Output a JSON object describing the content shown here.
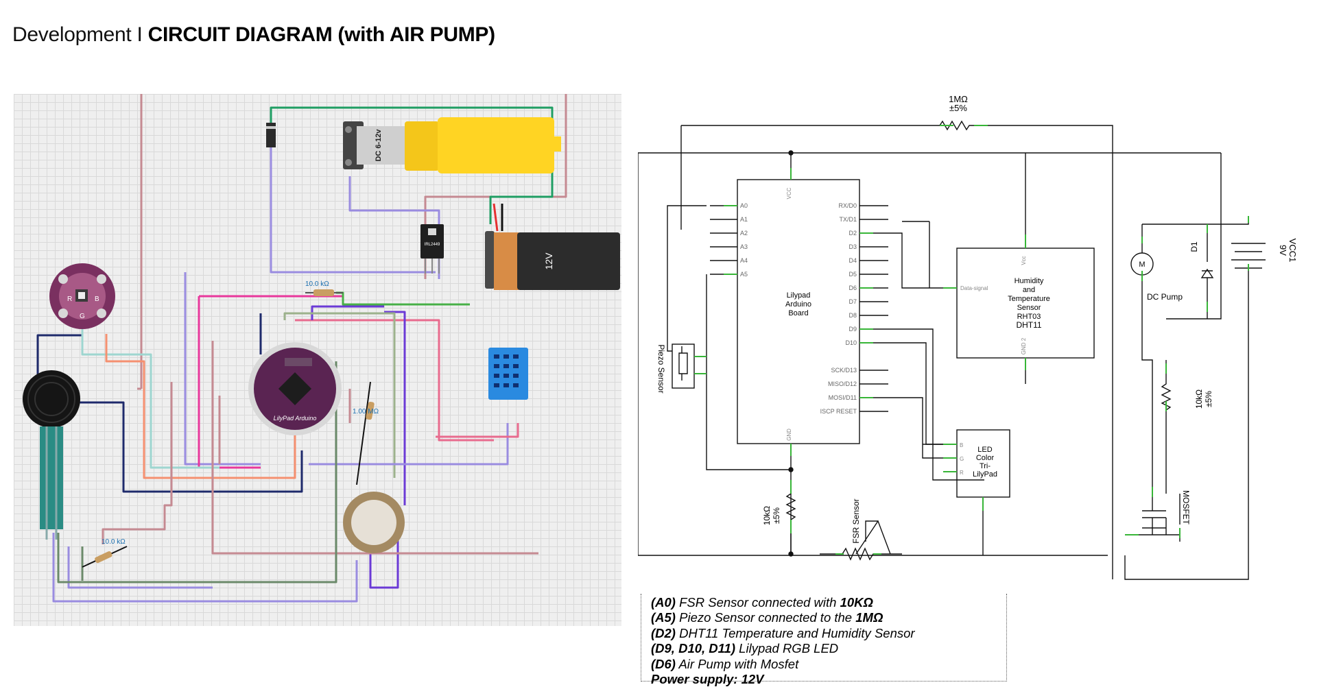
{
  "title": {
    "light": "Development I ",
    "bold": "CIRCUIT DIAGRAM (with AIR PUMP)"
  },
  "breadboard": {
    "resistor_top_label": "10.0 kΩ",
    "resistor_mid_label": "1.00 MΩ",
    "resistor_bottom_label": "10.0 kΩ",
    "motor_label": "DC 6-12v",
    "battery_label": "12V",
    "mosfet_label": "IRL2449",
    "led_pins": {
      "r": "R",
      "b": "B",
      "g": "G"
    },
    "board_logo": "LilyPad Arduino"
  },
  "schematic": {
    "top_resistor": {
      "value": "1MΩ",
      "tol": "±5%"
    },
    "board": {
      "name1": "Lilypad",
      "name2": "Arduino",
      "name3": "Board",
      "vcc": "VCC",
      "gnd": "GND"
    },
    "left_pins": [
      "A0",
      "A1",
      "A2",
      "A3",
      "A4",
      "A5"
    ],
    "right_pins": [
      "RX/D0",
      "TX/D1",
      "D2",
      "D3",
      "D4",
      "D5",
      "D6",
      "D7",
      "D8",
      "D9",
      "D10",
      "",
      "SCK/D13",
      "MISO/D12",
      "MOSI/D11",
      "ISCP RESET"
    ],
    "dht": {
      "l1": "Humidity",
      "l2": "and",
      "l3": "Temperature",
      "l4": "Sensor",
      "l5": "RHT03",
      "l6": "DHT11",
      "data": "Data-signal",
      "vcc": "Vcc",
      "gnd": "GND 2"
    },
    "led": {
      "l1": "LED",
      "l2": "Color",
      "l3": "Tri-",
      "l4": "LilyPad",
      "b": "B",
      "g": "G",
      "r": "R"
    },
    "piezo": "Piezo Sensor",
    "fsr": "FSR Sensor",
    "res_10k_left": {
      "value": "10kΩ",
      "tol": "±5%"
    },
    "res_10k_right": {
      "value": "10kΩ",
      "tol": "±5%"
    },
    "pump": {
      "label": "DC Pump",
      "m": "M"
    },
    "diode": "D1",
    "vcc": {
      "name": "VCC1",
      "volt": "9V"
    },
    "mosfet": "MOSFET"
  },
  "notes": [
    {
      "a": "(A0)",
      "b": " FSR Sensor connected with ",
      "c": "10KΩ"
    },
    {
      "a": "(A5)",
      "b": " Piezo Sensor connected to the ",
      "c": "1MΩ"
    },
    {
      "a": "(D2)",
      "b": " DHT11 Temperature and Humidity Sensor",
      "c": ""
    },
    {
      "a": "(D9, D10, D11)",
      "b": " Lilypad RGB LED",
      "c": ""
    },
    {
      "a": "(D6)",
      "b": " Air Pump with Mosfet",
      "c": ""
    },
    {
      "a": "Power supply: 12V",
      "b": "",
      "c": ""
    }
  ]
}
